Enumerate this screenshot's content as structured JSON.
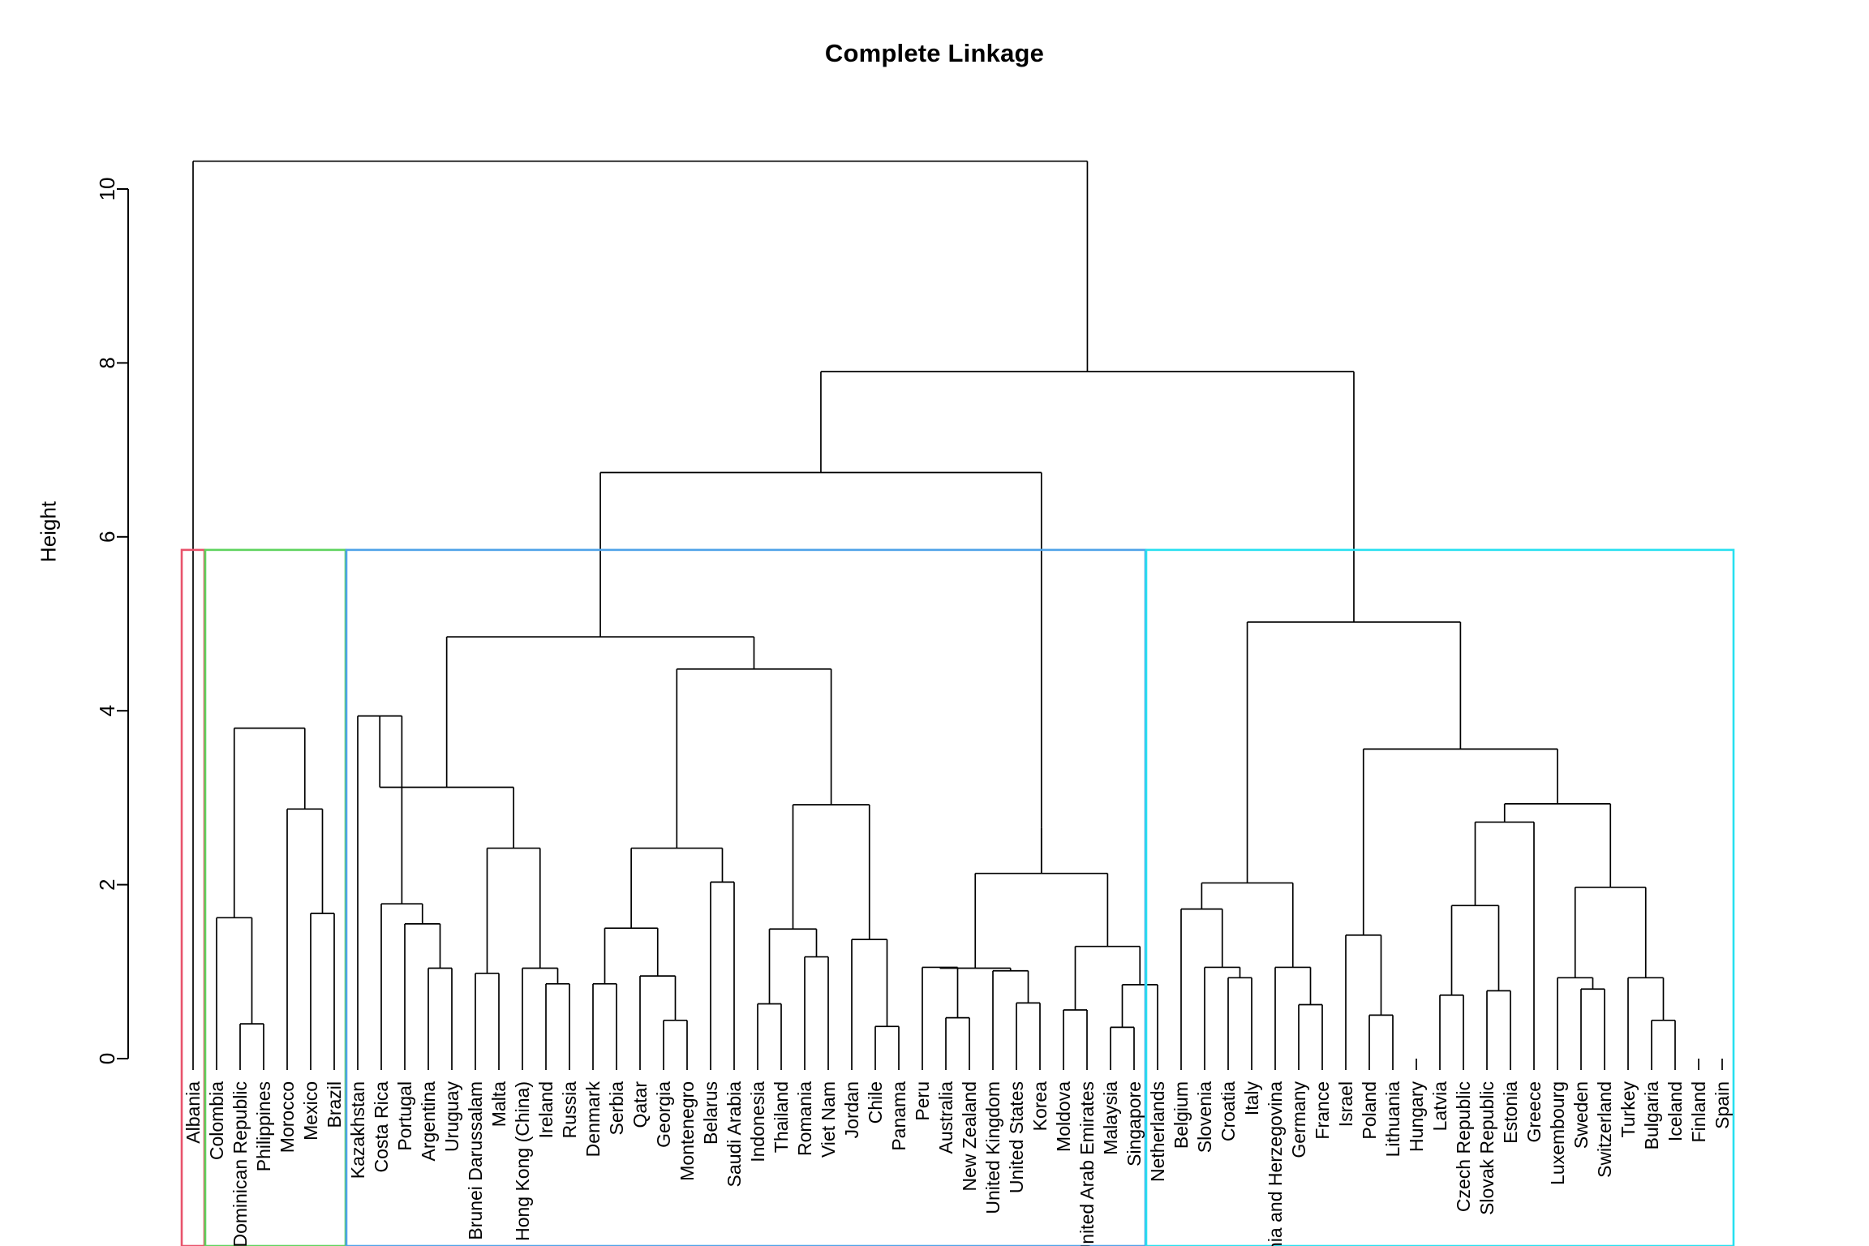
{
  "chart_data": {
    "type": "dendrogram",
    "title": "Complete Linkage",
    "xlabel": "",
    "ylabel": "Height",
    "ylim": [
      0,
      10.6
    ],
    "yticks": [
      0,
      2,
      4,
      6,
      8,
      10
    ],
    "grid": false,
    "legend": "none",
    "cut_height": 5.85,
    "n_leaves": 68,
    "leaf_order": [
      "Albania",
      "Colombia",
      "Dominican Republic",
      "Philippines",
      "Morocco",
      "Mexico",
      "Brazil",
      "Kazakhstan",
      "Costa Rica",
      "Portugal",
      "Argentina",
      "Uruguay",
      "Brunei Darussalam",
      "Malta",
      "Hong Kong (China)",
      "Ireland",
      "Russia",
      "Denmark",
      "Serbia",
      "Qatar",
      "Georgia",
      "Montenegro",
      "Belarus",
      "Saudi Arabia",
      "Indonesia",
      "Thailand",
      "Romania",
      "Viet Nam",
      "Jordan",
      "Chile",
      "Panama",
      "Peru",
      "Australia",
      "New Zealand",
      "United Kingdom",
      "United States",
      "Korea",
      "Moldova",
      "United Arab Emirates",
      "Malaysia",
      "Singapore",
      "Netherlands",
      "Belgium",
      "Slovenia",
      "Croatia",
      "Italy",
      "Bosnia and Herzegovina",
      "Germany",
      "France",
      "Israel",
      "Poland",
      "Lithuania",
      "Hungary",
      "Latvia",
      "Czech Republic",
      "Slovak Republic",
      "Estonia",
      "Greece",
      "Luxembourg",
      "Sweden",
      "Switzerland",
      "Turkey",
      "Bulgaria",
      "Iceland",
      "Finland",
      "Spain"
    ],
    "clusters": [
      {
        "id": "cluster-1",
        "color": "#E8536B",
        "members": [
          "Albania"
        ],
        "x0": 0,
        "x1": 0,
        "top": 5.85
      },
      {
        "id": "cluster-2",
        "color": "#5FD35F",
        "members": [
          "Colombia",
          "Dominican Republic",
          "Philippines",
          "Morocco",
          "Mexico",
          "Brazil"
        ],
        "x0": 1,
        "x1": 6,
        "top": 5.85
      },
      {
        "id": "cluster-3",
        "color": "#4FA3E8",
        "members": [
          "Kazakhstan",
          "Costa Rica",
          "Portugal",
          "Argentina",
          "Uruguay",
          "Brunei Darussalam",
          "Malta",
          "Hong Kong (China)",
          "Ireland",
          "Russia",
          "Denmark",
          "Serbia",
          "Qatar",
          "Georgia",
          "Montenegro",
          "Belarus",
          "Saudi Arabia",
          "Indonesia",
          "Thailand",
          "Romania",
          "Viet Nam",
          "Jordan",
          "Chile",
          "Panama",
          "Peru",
          "Australia",
          "New Zealand",
          "United Kingdom",
          "United States",
          "Korea",
          "Moldova",
          "United Arab Emirates",
          "Malaysia",
          "Singapore"
        ],
        "x0": 7,
        "x1": 40,
        "top": 5.85
      },
      {
        "id": "cluster-4",
        "color": "#28E0F0",
        "members": [
          "Netherlands",
          "Belgium",
          "Slovenia",
          "Croatia",
          "Italy",
          "Bosnia and Herzegovina",
          "Germany",
          "France",
          "Israel",
          "Poland",
          "Lithuania",
          "Hungary",
          "Latvia",
          "Czech Republic",
          "Slovak Republic",
          "Estonia",
          "Greece",
          "Luxembourg",
          "Sweden",
          "Switzerland",
          "Turkey",
          "Bulgaria",
          "Iceland",
          "Finland",
          "Spain"
        ],
        "x0": 41,
        "x1": 65,
        "top": 5.85
      }
    ],
    "merges": [
      {
        "left": {
          "leaf": 2
        },
        "right": {
          "leaf": 3
        },
        "height": 0.4
      },
      {
        "left": {
          "leaf": 1
        },
        "right": {
          "node": 0
        },
        "height": 1.62
      },
      {
        "left": {
          "leaf": 5
        },
        "right": {
          "leaf": 6
        },
        "height": 1.67
      },
      {
        "left": {
          "leaf": 4
        },
        "right": {
          "node": 2
        },
        "height": 2.87
      },
      {
        "left": {
          "node": 1
        },
        "right": {
          "node": 3
        },
        "height": 3.8
      },
      {
        "left": {
          "leaf": 10
        },
        "right": {
          "leaf": 11
        },
        "height": 1.04
      },
      {
        "left": {
          "leaf": 9
        },
        "right": {
          "node": 5
        },
        "height": 1.55
      },
      {
        "left": {
          "leaf": 8
        },
        "right": {
          "node": 6
        },
        "height": 1.78
      },
      {
        "left": {
          "leaf": 7
        },
        "right": {
          "node": 7
        },
        "height": 3.94
      },
      {
        "left": {
          "leaf": 12
        },
        "right": {
          "leaf": 13
        },
        "height": 0.98
      },
      {
        "left": {
          "leaf": 15
        },
        "right": {
          "leaf": 16
        },
        "height": 0.86
      },
      {
        "left": {
          "leaf": 14
        },
        "right": {
          "node": 10
        },
        "height": 1.04
      },
      {
        "left": {
          "node": 9
        },
        "right": {
          "node": 11
        },
        "height": 2.42
      },
      {
        "left": {
          "node": 8
        },
        "right": {
          "node": 12
        },
        "height": 3.12
      },
      {
        "left": {
          "leaf": 17
        },
        "right": {
          "leaf": 18
        },
        "height": 0.86
      },
      {
        "left": {
          "leaf": 20
        },
        "right": {
          "leaf": 21
        },
        "height": 0.44
      },
      {
        "left": {
          "leaf": 19
        },
        "right": {
          "node": 15
        },
        "height": 0.95
      },
      {
        "left": {
          "node": 14
        },
        "right": {
          "node": 16
        },
        "height": 1.5
      },
      {
        "left": {
          "leaf": 22
        },
        "right": {
          "leaf": 23
        },
        "height": 2.03
      },
      {
        "left": {
          "node": 17
        },
        "right": {
          "node": 18
        },
        "height": 2.42
      },
      {
        "left": {
          "leaf": 24
        },
        "right": {
          "leaf": 25
        },
        "height": 0.63
      },
      {
        "left": {
          "leaf": 26
        },
        "right": {
          "leaf": 27
        },
        "height": 1.17
      },
      {
        "left": {
          "node": 20
        },
        "right": {
          "node": 21
        },
        "height": 1.49
      },
      {
        "left": {
          "leaf": 29
        },
        "right": {
          "leaf": 30
        },
        "height": 0.37
      },
      {
        "left": {
          "leaf": 28
        },
        "right": {
          "node": 23
        },
        "height": 1.37
      },
      {
        "left": {
          "node": 22
        },
        "right": {
          "node": 24
        },
        "height": 2.92
      },
      {
        "left": {
          "node": 19
        },
        "right": {
          "node": 25
        },
        "height": 4.48
      },
      {
        "left": {
          "node": 13
        },
        "right": {
          "node": 26
        },
        "height": 4.85
      },
      {
        "left": {
          "leaf": 32
        },
        "right": {
          "leaf": 33
        },
        "height": 0.47
      },
      {
        "left": {
          "leaf": 31
        },
        "right": {
          "node": 28
        },
        "height": 1.05
      },
      {
        "left": {
          "leaf": 35
        },
        "right": {
          "leaf": 36
        },
        "height": 0.64
      },
      {
        "left": {
          "leaf": 34
        },
        "right": {
          "node": 30
        },
        "height": 1.01
      },
      {
        "left": {
          "node": 29
        },
        "right": {
          "node": 31
        },
        "height": 1.04
      },
      {
        "left": {
          "leaf": 37
        },
        "right": {
          "leaf": 38
        },
        "height": 0.56
      },
      {
        "left": {
          "leaf": 39
        },
        "right": {
          "leaf": 40
        },
        "height": 0.36
      },
      {
        "left": {
          "node": 34
        },
        "right": {
          "leaf": 41
        },
        "height": 0.85
      },
      {
        "left": {
          "node": 33
        },
        "right": {
          "node": 35
        },
        "height": 1.29
      },
      {
        "left": {
          "node": 32
        },
        "right": {
          "node": 36
        },
        "height": 2.13
      },
      {
        "left": {
          "node": 37
        },
        "right": {
          "node": -1
        },
        "height": 2.65
      },
      {
        "left": {
          "node": 27
        },
        "right": {
          "node": 38
        },
        "height": 6.74
      },
      {
        "left": {
          "leaf": 44
        },
        "right": {
          "leaf": 45
        },
        "height": 0.93
      },
      {
        "left": {
          "leaf": 43
        },
        "right": {
          "node": 40
        },
        "height": 1.05
      },
      {
        "left": {
          "leaf": 42
        },
        "right": {
          "node": 41
        },
        "height": 1.72
      },
      {
        "left": {
          "leaf": 47
        },
        "right": {
          "leaf": 48
        },
        "height": 0.62
      },
      {
        "left": {
          "leaf": 46
        },
        "right": {
          "node": 43
        },
        "height": 1.05
      },
      {
        "left": {
          "node": 42
        },
        "right": {
          "node": 44
        },
        "height": 2.02
      },
      {
        "left": {
          "leaf": 50
        },
        "right": {
          "leaf": 51
        },
        "height": 0.5
      },
      {
        "left": {
          "leaf": 49
        },
        "right": {
          "node": 46
        },
        "height": 1.42
      },
      {
        "left": {
          "leaf": 53
        },
        "right": {
          "leaf": 54
        },
        "height": 0.73
      },
      {
        "left": {
          "leaf": 55
        },
        "right": {
          "leaf": 56
        },
        "height": 0.78
      },
      {
        "left": {
          "node": 48
        },
        "right": {
          "node": 49
        },
        "height": 1.76
      },
      {
        "left": {
          "node": 50
        },
        "right": {
          "leaf": 57
        },
        "height": 2.72
      },
      {
        "left": {
          "leaf": 59
        },
        "right": {
          "leaf": 60
        },
        "height": 0.8
      },
      {
        "left": {
          "leaf": 58
        },
        "right": {
          "node": 52
        },
        "height": 0.93
      },
      {
        "left": {
          "leaf": 62
        },
        "right": {
          "leaf": 63
        },
        "height": 0.44
      },
      {
        "left": {
          "leaf": 61
        },
        "right": {
          "node": 54
        },
        "height": 0.93
      },
      {
        "left": {
          "node": 53
        },
        "right": {
          "node": 55
        },
        "height": 1.97
      },
      {
        "left": {
          "node": 51
        },
        "right": {
          "node": 56
        },
        "height": 2.93
      },
      {
        "left": {
          "node": 47
        },
        "right": {
          "node": 57
        },
        "height": 3.56
      },
      {
        "left": {
          "node": 45
        },
        "right": {
          "node": 58
        },
        "height": 5.02
      },
      {
        "left": {
          "node": 39
        },
        "right": {
          "node": 59
        },
        "height": 7.9
      },
      {
        "left": {
          "leaf": 0
        },
        "right": {
          "node": 60
        },
        "height": 10.32
      }
    ]
  },
  "axis": {
    "y_title": "Height",
    "tick_labels": [
      "0",
      "2",
      "4",
      "6",
      "8",
      "10"
    ]
  }
}
